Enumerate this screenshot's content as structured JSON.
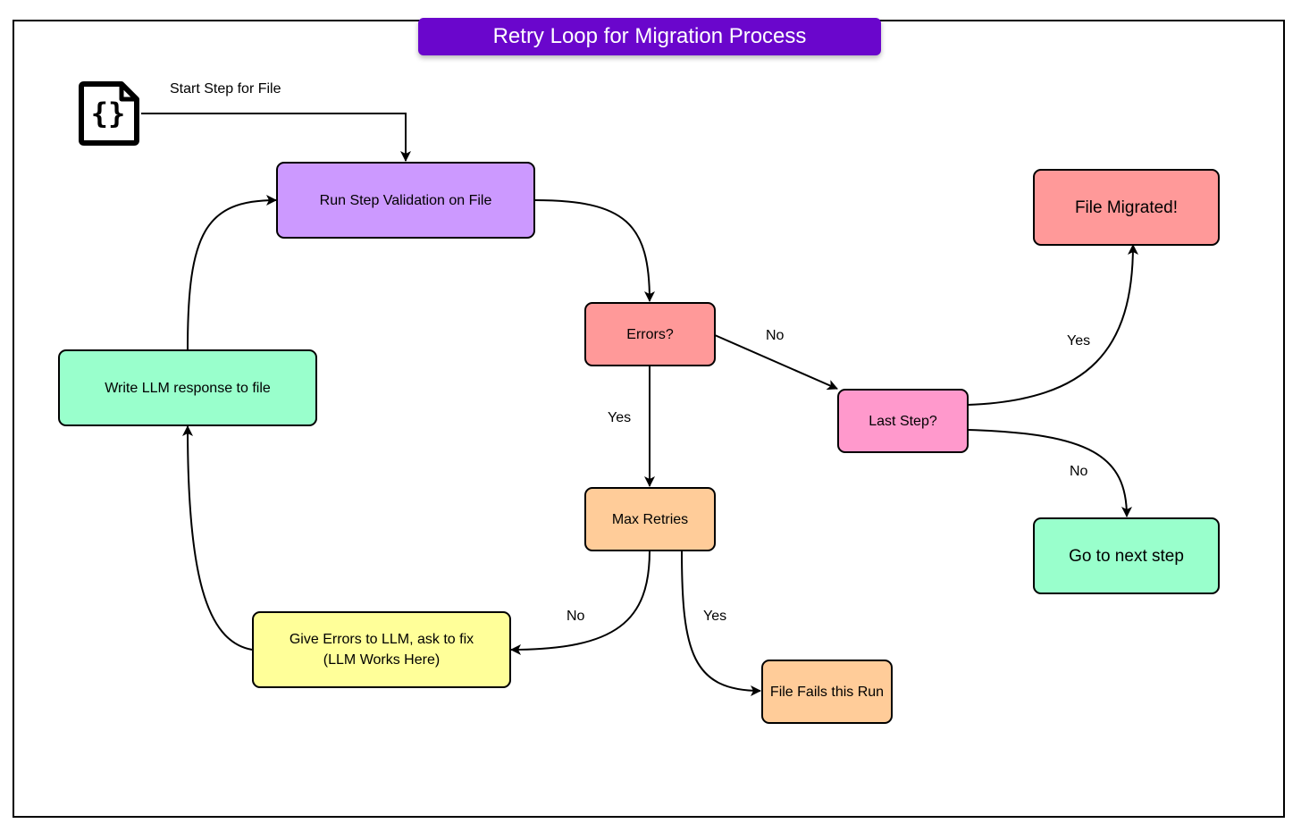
{
  "title": "Retry Loop for Migration Process",
  "start_label": "Start Step for File",
  "icons": {
    "start": "json-file-icon"
  },
  "nodes": {
    "validate": "Run Step Validation on File",
    "errors": "Errors?",
    "last_step": "Last Step?",
    "migrated": "File Migrated!",
    "next_step": "Go to next step",
    "max_retries": "Max Retries",
    "fails": "File Fails this Run",
    "give_errors_line1": "Give Errors to LLM, ask to fix",
    "give_errors_line2": "(LLM Works Here)",
    "write": "Write LLM response to file"
  },
  "edge_labels": {
    "errors_no": "No",
    "errors_yes": "Yes",
    "last_yes": "Yes",
    "last_no": "No",
    "retries_no": "No",
    "retries_yes": "Yes"
  },
  "colors": {
    "title": "#6a06cc",
    "validate": "#cc99ff",
    "errors": "#ff9999",
    "last_step": "#ff99cc",
    "migrated": "#ff9999",
    "next_step": "#99ffcc",
    "max_retries": "#ffcc99",
    "fails": "#ffcc99",
    "give_errors": "#ffff99",
    "write": "#99ffcc"
  }
}
